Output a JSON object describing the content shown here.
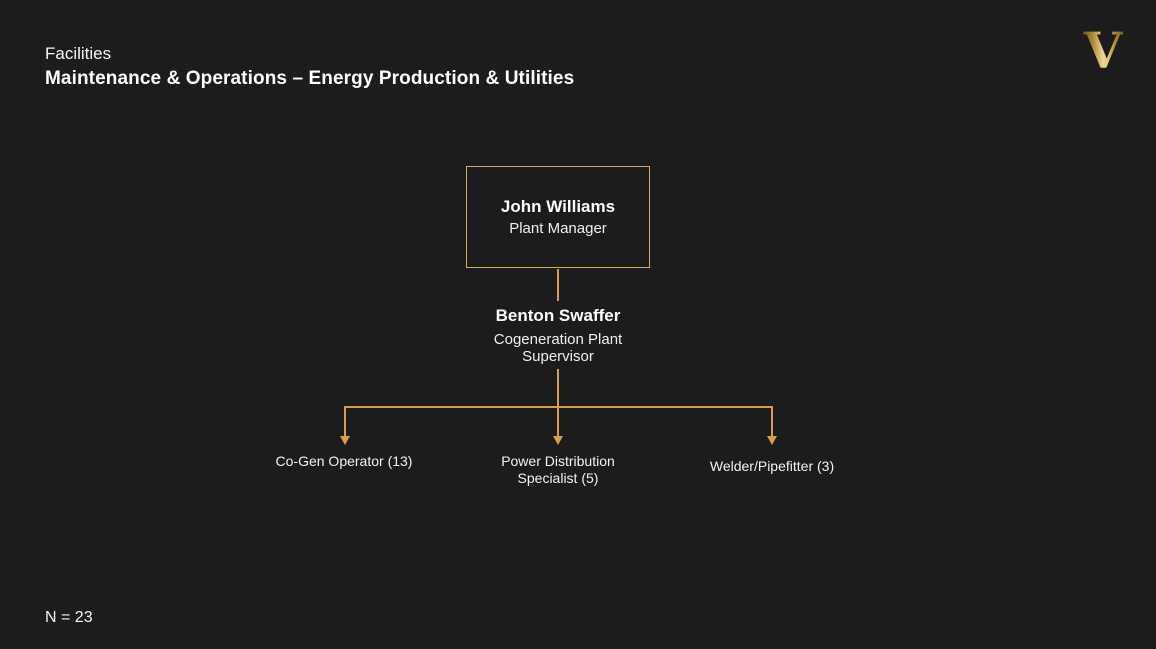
{
  "colors": {
    "background": "#1c1c1c",
    "accent_gold": "#d99e49",
    "box_border": "#d8a85c",
    "text": "#fafafa"
  },
  "header": {
    "eyebrow": "Facilities",
    "title": "Maintenance & Operations – Energy Production & Utilities"
  },
  "logo": {
    "glyph": "V"
  },
  "org_chart": {
    "root": {
      "name": "John Williams",
      "title": "Plant Manager"
    },
    "supervisor": {
      "name": "Benton Swaffer",
      "title_lines": [
        "Cogeneration Plant",
        "Supervisor"
      ]
    },
    "leaves": [
      {
        "lines": [
          "Co-Gen Operator (13)"
        ]
      },
      {
        "lines": [
          "Power Distribution",
          "Specialist (5)"
        ]
      },
      {
        "lines": [
          "Welder/Pipefitter (3)"
        ]
      }
    ]
  },
  "footer": {
    "headcount": "N = 23"
  }
}
